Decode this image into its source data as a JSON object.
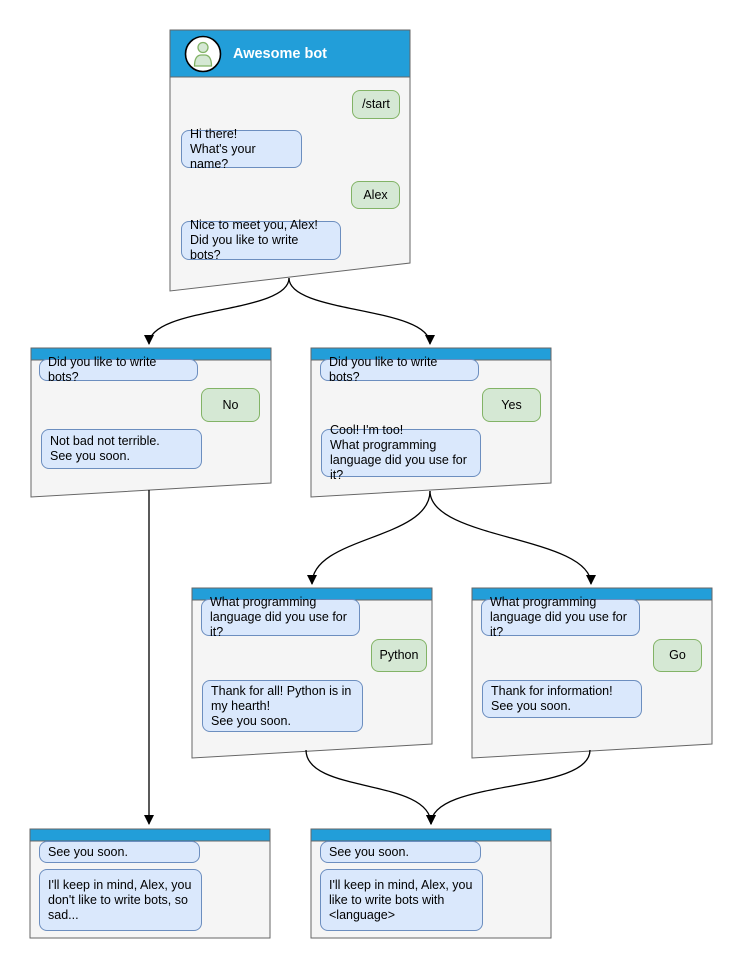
{
  "colors": {
    "header_blue": "#229ED9",
    "window_bg": "#F5F5F5",
    "window_border": "#666666",
    "bot_bubble_bg": "#DAE8FC",
    "bot_bubble_border": "#6C8EBF",
    "user_bubble_bg": "#D5E8D4",
    "user_bubble_border": "#82B366",
    "avatar_icon_fill": "#D5E8D4",
    "avatar_icon_stroke": "#82B366",
    "arrow": "#000000",
    "title_text": "#FFFFFF"
  },
  "windows": {
    "main": {
      "title": "Awesome bot",
      "messages": [
        {
          "side": "user",
          "text": "/start"
        },
        {
          "side": "bot",
          "text": "Hi there!\nWhat's your name?"
        },
        {
          "side": "user",
          "text": "Alex"
        },
        {
          "side": "bot",
          "text": "Nice to meet you, Alex!\nDid you like to write bots?"
        }
      ]
    },
    "no_branch": {
      "messages": [
        {
          "side": "bot",
          "text": "Did you like to write bots?"
        },
        {
          "side": "user",
          "text": "No"
        },
        {
          "side": "bot",
          "text": "Not bad not terrible.\nSee you soon."
        }
      ]
    },
    "yes_branch": {
      "messages": [
        {
          "side": "bot",
          "text": "Did you like to write bots?"
        },
        {
          "side": "user",
          "text": "Yes"
        },
        {
          "side": "bot",
          "text": "Cool! I'm too!\nWhat programming\nlanguage did you use for it?"
        }
      ]
    },
    "python_branch": {
      "messages": [
        {
          "side": "bot",
          "text": "What programming\nlanguage did you use for it?"
        },
        {
          "side": "user",
          "text": "Python"
        },
        {
          "side": "bot",
          "text": "Thank for all! Python is in\nmy hearth!\nSee you soon."
        }
      ]
    },
    "go_branch": {
      "messages": [
        {
          "side": "bot",
          "text": "What programming\nlanguage did you use for it?"
        },
        {
          "side": "user",
          "text": "Go"
        },
        {
          "side": "bot",
          "text": "Thank for information!\nSee you soon."
        }
      ]
    },
    "farewell_no": {
      "messages": [
        {
          "side": "bot",
          "text": "See you soon."
        },
        {
          "side": "bot",
          "text": "I'll keep in mind, Alex, you\ndon't like to write bots, so\nsad..."
        }
      ]
    },
    "farewell_yes": {
      "messages": [
        {
          "side": "bot",
          "text": "See you soon."
        },
        {
          "side": "bot",
          "text": "I'll keep in mind, Alex, you\nlike to write bots with\n<language>"
        }
      ]
    }
  }
}
